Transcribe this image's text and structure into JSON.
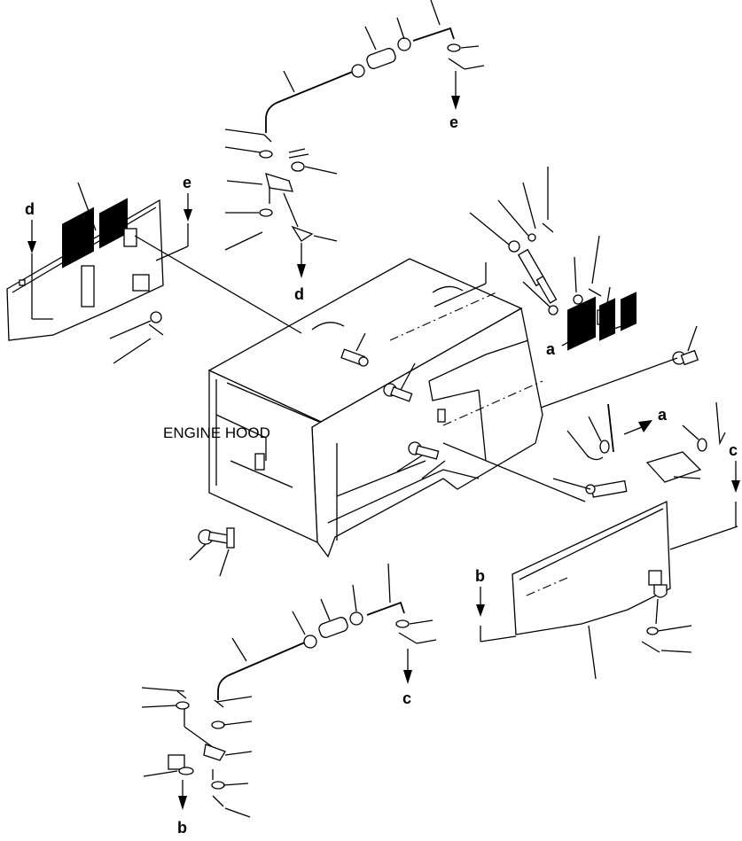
{
  "diagram": {
    "title_label": "ENGINE HOOD",
    "callout_letters": {
      "a_top": "a",
      "a_right": "a",
      "b_right_panel": "b",
      "b_bottom": "b",
      "c_right_panel": "c",
      "c_bottom_rod": "c",
      "d_left_panel": "d",
      "d_top_linkage": "d",
      "e_left_panel": "e",
      "e_top_rod": "e"
    }
  }
}
